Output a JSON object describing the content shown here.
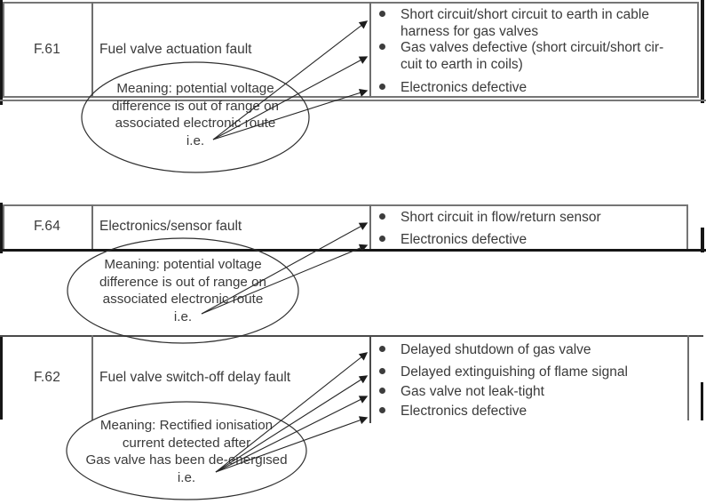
{
  "rows": [
    {
      "code": "F.61",
      "fault": "Fuel valve actuation fault",
      "causes": [
        [
          "Short circuit/short circuit to earth in cable",
          "harness for gas valves"
        ],
        [
          "Gas valves defective (short circuit/short cir-",
          "cuit to earth in coils)"
        ],
        [
          "Electronics defective"
        ]
      ],
      "meaning": [
        "Meaning: potential voltage",
        "difference is out of range on",
        "associated electronic route",
        "i.e."
      ]
    },
    {
      "code": "F.64",
      "fault": "Electronics/sensor fault",
      "causes": [
        [
          "Short circuit in flow/return sensor"
        ],
        [
          "Electronics defective"
        ]
      ],
      "meaning": [
        "Meaning: potential voltage",
        "difference is out of range on",
        "associated electronic route",
        "i.e."
      ]
    },
    {
      "code": "F.62",
      "fault": "Fuel valve switch-off delay fault",
      "causes": [
        [
          "Delayed shutdown of gas valve"
        ],
        [
          "Delayed extinguishing of flame signal"
        ],
        [
          "Gas valve not leak-tight"
        ],
        [
          "Electronics defective"
        ]
      ],
      "meaning": [
        "Meaning: Rectified ionisation",
        "current detected after",
        "Gas valve has been de-energised",
        "i.e."
      ]
    }
  ]
}
